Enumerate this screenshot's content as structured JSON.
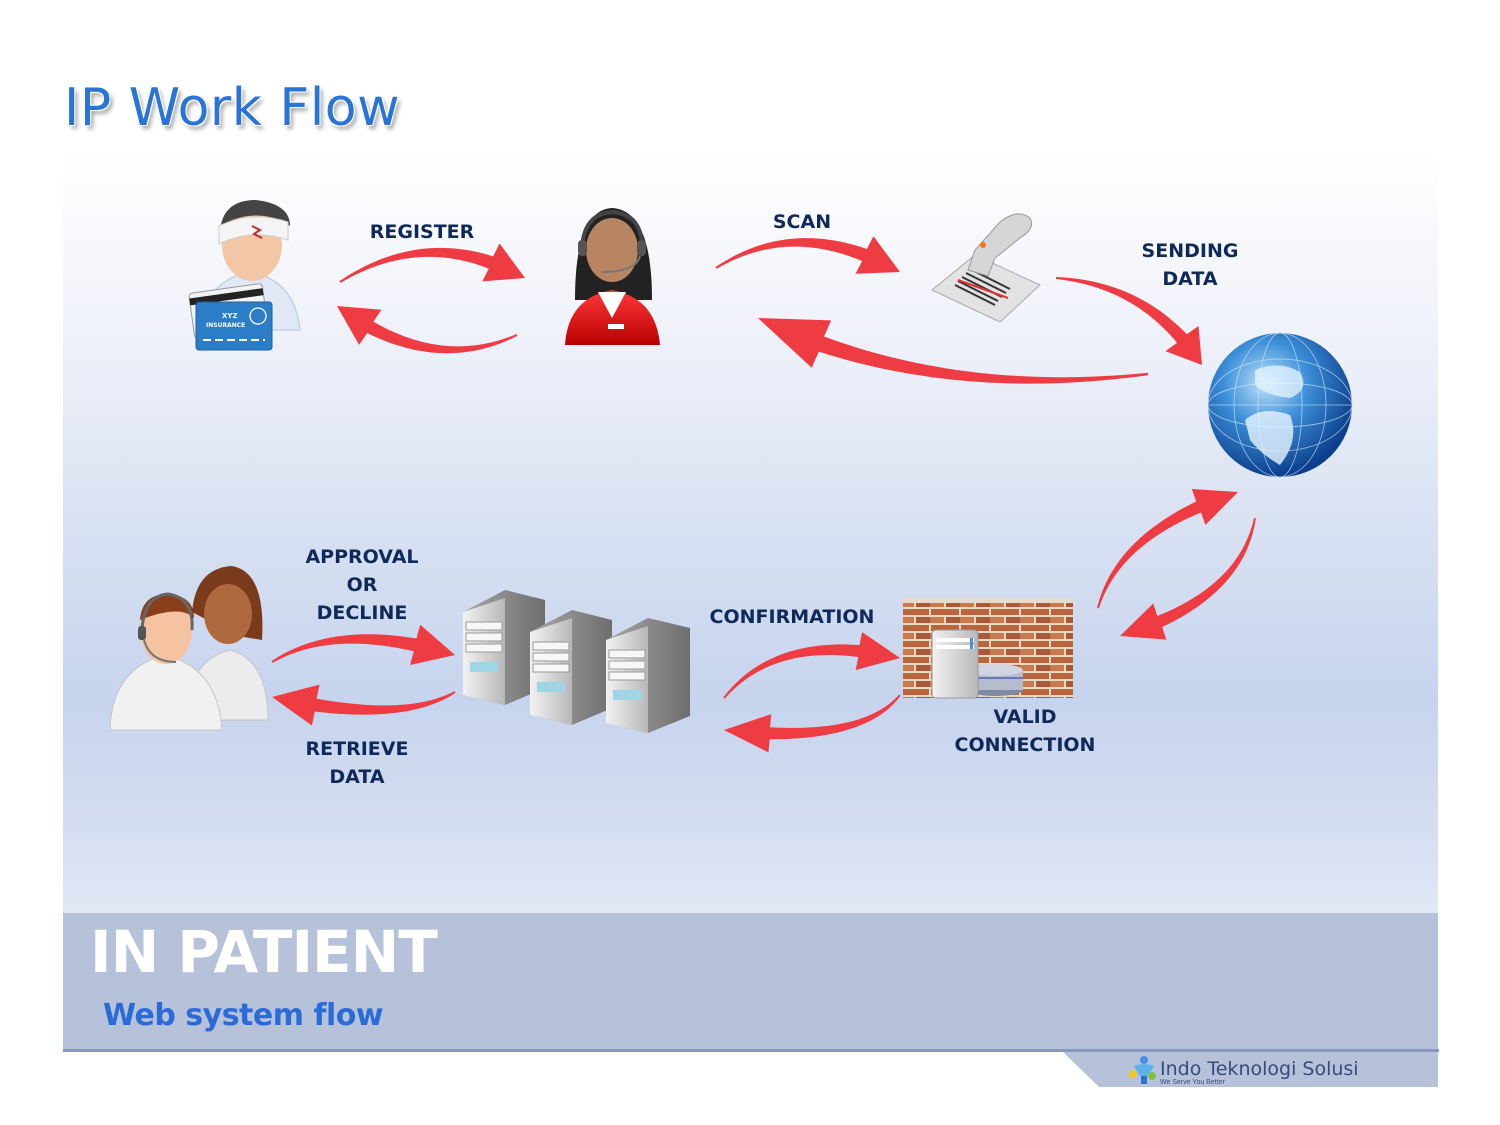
{
  "title": "IP Work Flow",
  "footer_band": {
    "title": "IN PATIENT",
    "subtitle": "Web system flow"
  },
  "logo": {
    "name": "Indo Teknologi Solusi",
    "tagline": "We Serve You Better"
  },
  "nodes": [
    {
      "id": "patient",
      "icon": "injured-patient-with-insurance-card-icon",
      "card_text": "XYZ INSURANCE"
    },
    {
      "id": "receptionist",
      "icon": "receptionist-headset-icon"
    },
    {
      "id": "scanner",
      "icon": "barcode-scanner-icon"
    },
    {
      "id": "internet",
      "icon": "globe-icon"
    },
    {
      "id": "firewall",
      "icon": "firewall-server-database-icon"
    },
    {
      "id": "servers",
      "icon": "server-cluster-icon"
    },
    {
      "id": "call-center",
      "icon": "call-center-agents-icon"
    }
  ],
  "edge_labels": {
    "register": "REGISTER",
    "scan": "SCAN",
    "sending_data": "SENDING\nDATA",
    "confirmation": "CONFIRMATION",
    "valid_connection": "VALID\nCONNECTION",
    "approval_or_decline": "APPROVAL\nOR\nDECLINE",
    "retrieve_data": "RETRIEVE\nDATA"
  },
  "colors": {
    "title": "#2a74d8",
    "arrow": "#ef3b42",
    "label": "#0f2a5a",
    "band": "#b6c1da",
    "subtitle": "#2a6bd8"
  }
}
